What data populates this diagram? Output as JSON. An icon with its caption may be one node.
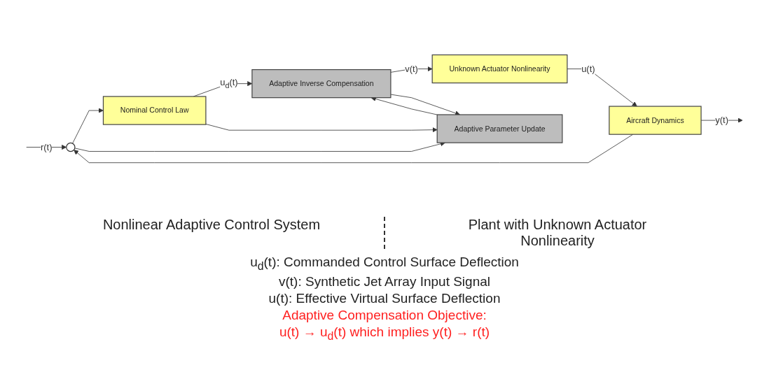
{
  "diagram": {
    "nodes": [
      {
        "text": [],
        "shape": "circle"
      },
      {
        "text": [
          "Nominal Control Law"
        ]
      },
      {
        "text": [
          "Adaptive Inverse Compensation"
        ]
      },
      {
        "text": [
          "Unknown Actuator Nonlinearity"
        ]
      },
      {
        "text": [
          "Aircraft Dynamics"
        ]
      },
      {
        "text": [
          "Adaptive Parameter Update"
        ]
      }
    ],
    "edges": [
      {
        "from": null,
        "to": 0,
        "arrow": "to",
        "label": "r(t)"
      },
      {
        "from": 0,
        "to": 1,
        "arrow": "to"
      },
      {
        "from": 1,
        "to": 2,
        "arrow": "to",
        "label": "u$_{d}$(t)"
      },
      {
        "from": 2,
        "to": 3,
        "arrow": "to",
        "label": "v(t)"
      },
      {
        "from": 3,
        "to": 4,
        "arrow": "to",
        "label": "u(t)"
      },
      {
        "from": 4,
        "to": null,
        "arrow": "to",
        "label": "y(t)"
      },
      {
        "from": 4,
        "to": 0,
        "arrow": "to"
      },
      {
        "from": 0,
        "to": 5,
        "arrow": "to"
      },
      {
        "from": 1,
        "to": 5,
        "arrow": "to"
      },
      {
        "from": 2,
        "to": 5,
        "arrow": "to"
      },
      {
        "from": 5,
        "to": 2,
        "arrow": "to"
      }
    ],
    "labels": [
      "Nonlinear Adaptive Control System",
      "Plant with Unknown Actuator Nonlinearity",
      "u$_{d}$(t):  Commanded Control Surface Deflection",
      "v(t):  Synthetic Jet Array Input Signal",
      "u(t):  Effective Virtual Surface Deflection",
      "Adaptive Compensation Objective:",
      "u(t) → u$_{d}$(t) which implies y(t) → r(t)"
    ]
  }
}
